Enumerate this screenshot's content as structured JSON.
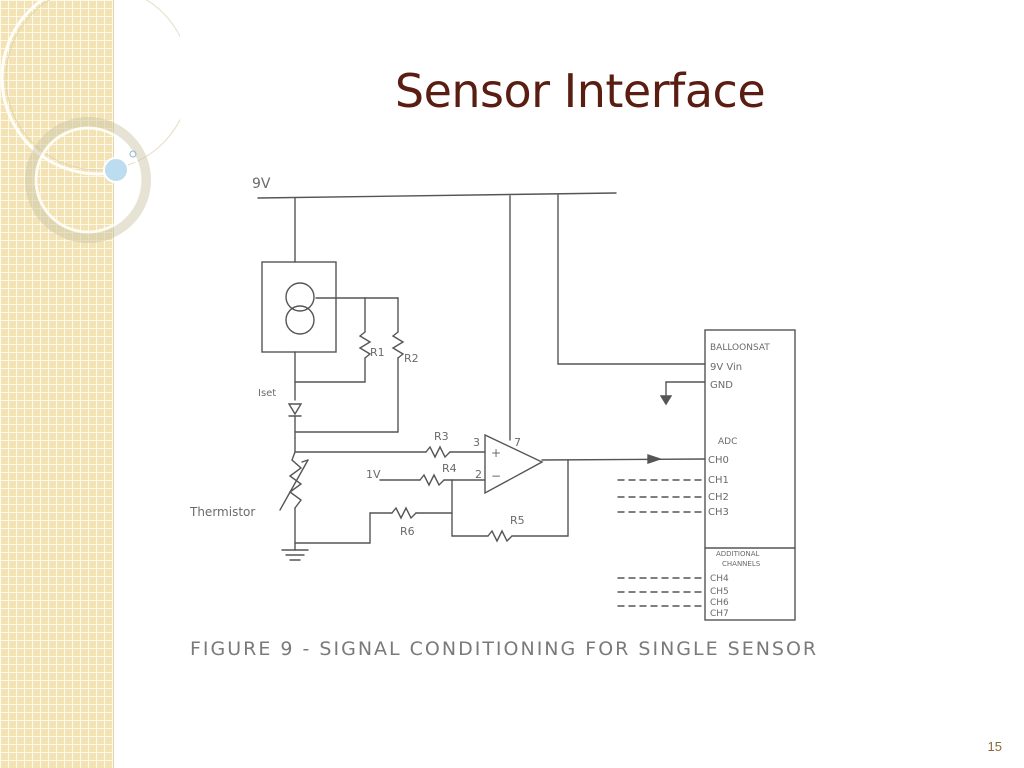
{
  "slide": {
    "title": "Sensor Interface",
    "page_number": "15"
  },
  "figure": {
    "caption": "FIGURE 9 - SIGNAL CONDITIONING FOR SINGLE SENSOR",
    "labels": {
      "supply": "9V",
      "r1": "R1",
      "r2": "R2",
      "iset": "Iset",
      "r3": "R3",
      "r4": "R4",
      "r5": "R5",
      "r6": "R6",
      "v1": "1V",
      "pin3": "3",
      "pin2": "2",
      "pin7": "7",
      "plus": "+",
      "minus": "−",
      "thermistor": "Thermistor"
    },
    "board": {
      "name": "BALLOONSAT",
      "vin": "9V Vin",
      "gnd": "GND",
      "adc": "ADC",
      "channels": [
        "CH0",
        "CH1",
        "CH2",
        "CH3"
      ],
      "additional_header": [
        "ADDITIONAL",
        "CHANNELS"
      ],
      "additional_channels": [
        "CH4",
        "CH5",
        "CH6",
        "CH7"
      ]
    }
  }
}
